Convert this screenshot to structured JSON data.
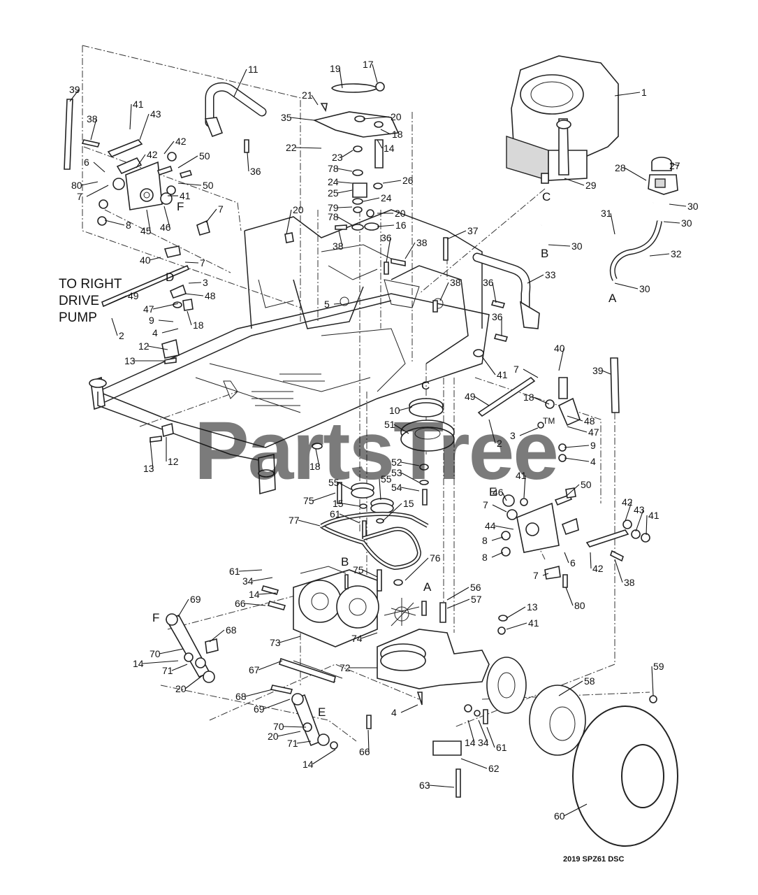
{
  "diagram": {
    "code": "2019 SPZ61 DSC",
    "watermark": "PartsTree",
    "trademark": "TM",
    "note_lines": [
      "TO RIGHT",
      "DRIVE",
      "PUMP"
    ],
    "letters": [
      "A",
      "B",
      "C",
      "D",
      "E",
      "F"
    ],
    "callouts": [
      "1",
      "2",
      "3",
      "4",
      "5",
      "6",
      "7",
      "8",
      "9",
      "10",
      "11",
      "12",
      "13",
      "14",
      "15",
      "16",
      "17",
      "18",
      "19",
      "20",
      "21",
      "22",
      "23",
      "24",
      "25",
      "26",
      "27",
      "28",
      "29",
      "30",
      "31",
      "32",
      "33",
      "34",
      "35",
      "36",
      "37",
      "38",
      "39",
      "40",
      "41",
      "42",
      "43",
      "44",
      "45",
      "46",
      "47",
      "48",
      "49",
      "50",
      "51",
      "52",
      "53",
      "54",
      "55",
      "56",
      "57",
      "58",
      "59",
      "60",
      "61",
      "62",
      "63",
      "66",
      "67",
      "68",
      "69",
      "70",
      "71",
      "72",
      "73",
      "74",
      "75",
      "76",
      "77",
      "78",
      "79",
      "80"
    ]
  }
}
